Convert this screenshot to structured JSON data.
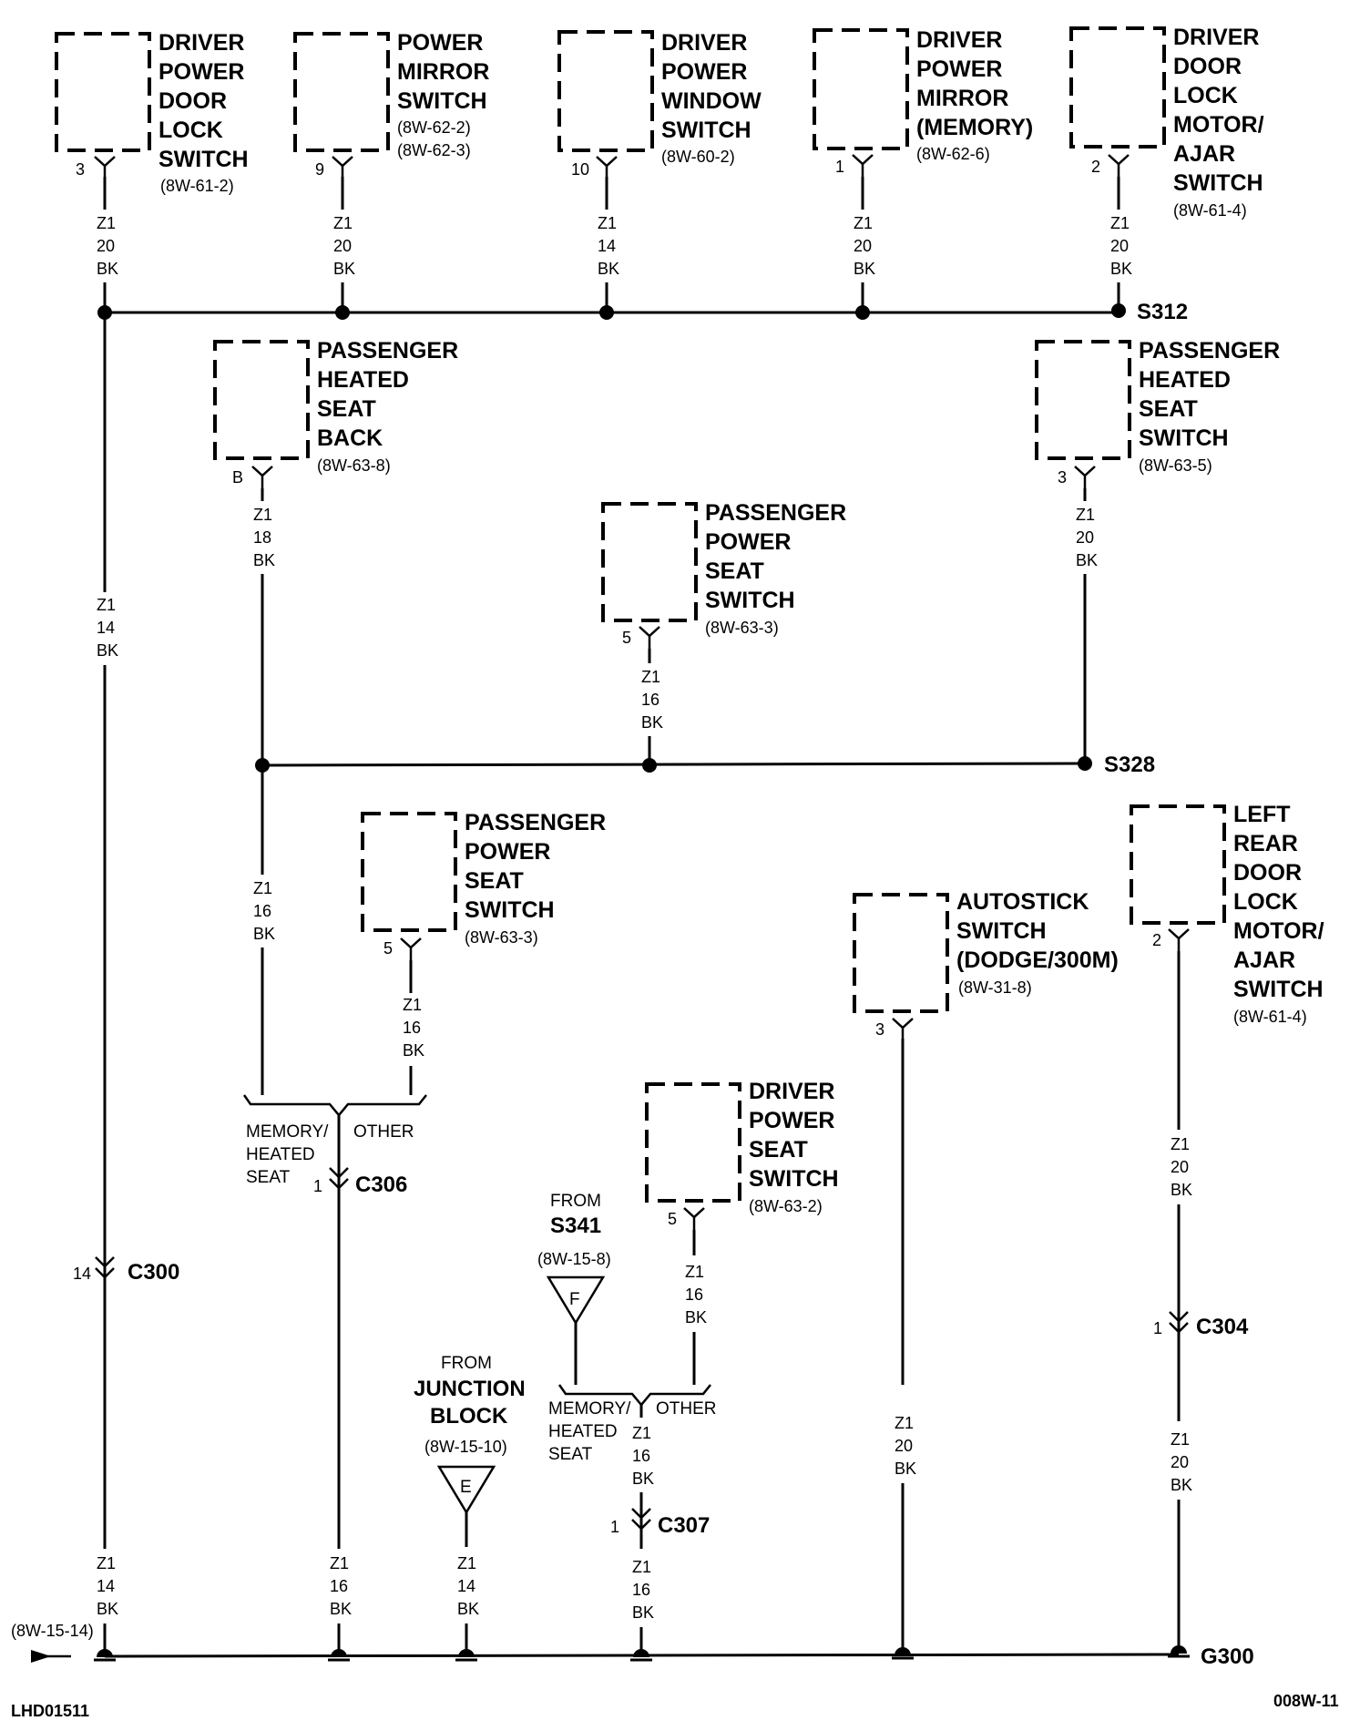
{
  "components": {
    "driver_power_door_lock_switch": {
      "lines": [
        "DRIVER",
        "POWER",
        "DOOR",
        "LOCK",
        "SWITCH"
      ],
      "ref": "(8W-61-2)",
      "pin": "3"
    },
    "power_mirror_switch": {
      "lines": [
        "POWER",
        "MIRROR",
        "SWITCH"
      ],
      "refs": [
        "(8W-62-2)",
        "(8W-62-3)"
      ],
      "pin": "9"
    },
    "driver_power_window_switch": {
      "lines": [
        "DRIVER",
        "POWER",
        "WINDOW",
        "SWITCH"
      ],
      "ref": "(8W-60-2)",
      "pin": "10"
    },
    "driver_power_mirror_memory": {
      "lines": [
        "DRIVER",
        "POWER",
        "MIRROR",
        "(MEMORY)"
      ],
      "ref": "(8W-62-6)",
      "pin": "1"
    },
    "driver_door_lock_motor": {
      "lines": [
        "DRIVER",
        "DOOR",
        "LOCK",
        "MOTOR/",
        "AJAR",
        "SWITCH"
      ],
      "ref": "(8W-61-4)",
      "pin": "2"
    },
    "passenger_heated_seat_back": {
      "lines": [
        "PASSENGER",
        "HEATED",
        "SEAT",
        "BACK"
      ],
      "ref": "(8W-63-8)",
      "pin": "B"
    },
    "passenger_heated_seat_switch": {
      "lines": [
        "PASSENGER",
        "HEATED",
        "SEAT",
        "SWITCH"
      ],
      "ref": "(8W-63-5)",
      "pin": "3"
    },
    "passenger_power_seat_switch_upper": {
      "lines": [
        "PASSENGER",
        "POWER",
        "SEAT",
        "SWITCH"
      ],
      "ref": "(8W-63-3)",
      "pin": "5"
    },
    "passenger_power_seat_switch_lower": {
      "lines": [
        "PASSENGER",
        "POWER",
        "SEAT",
        "SWITCH"
      ],
      "ref": "(8W-63-3)",
      "pin": "5"
    },
    "autostick_switch": {
      "lines": [
        "AUTOSTICK",
        "SWITCH",
        "(DODGE/300M)"
      ],
      "ref": "(8W-31-8)",
      "pin": "3"
    },
    "left_rear_door_lock_motor": {
      "lines": [
        "LEFT",
        "REAR",
        "DOOR",
        "LOCK",
        "MOTOR/",
        "AJAR",
        "SWITCH"
      ],
      "ref": "(8W-61-4)",
      "pin": "2"
    },
    "driver_power_seat_switch": {
      "lines": [
        "DRIVER",
        "POWER",
        "SEAT",
        "SWITCH"
      ],
      "ref": "(8W-63-2)",
      "pin": "5"
    }
  },
  "wires": {
    "z1_20_bk": [
      "Z1",
      "20",
      "BK"
    ],
    "z1_14_bk": [
      "Z1",
      "14",
      "BK"
    ],
    "z1_18_bk": [
      "Z1",
      "18",
      "BK"
    ],
    "z1_16_bk": [
      "Z1",
      "16",
      "BK"
    ]
  },
  "splices": {
    "s312": "S312",
    "s328": "S328"
  },
  "connectors": {
    "c300": {
      "name": "C300",
      "pin": "14"
    },
    "c306": {
      "name": "C306",
      "pin": "1"
    },
    "c307": {
      "name": "C307",
      "pin": "1"
    },
    "c304": {
      "name": "C304",
      "pin": "1"
    }
  },
  "branch_labels": {
    "memory_heated_seat": [
      "MEMORY/",
      "HEATED",
      "SEAT"
    ],
    "other": "OTHER"
  },
  "sources": {
    "s341": {
      "from": "FROM",
      "name": "S341",
      "ref": "(8W-15-8)",
      "letter": "F"
    },
    "junction_block": {
      "from": "FROM",
      "lines": [
        "JUNCTION",
        "BLOCK"
      ],
      "ref": "(8W-15-10)",
      "letter": "E"
    }
  },
  "ground": {
    "name": "G300",
    "ref": "(8W-15-14)"
  },
  "footer": {
    "left_code": "LHD01511",
    "right_code": "008W-11"
  }
}
